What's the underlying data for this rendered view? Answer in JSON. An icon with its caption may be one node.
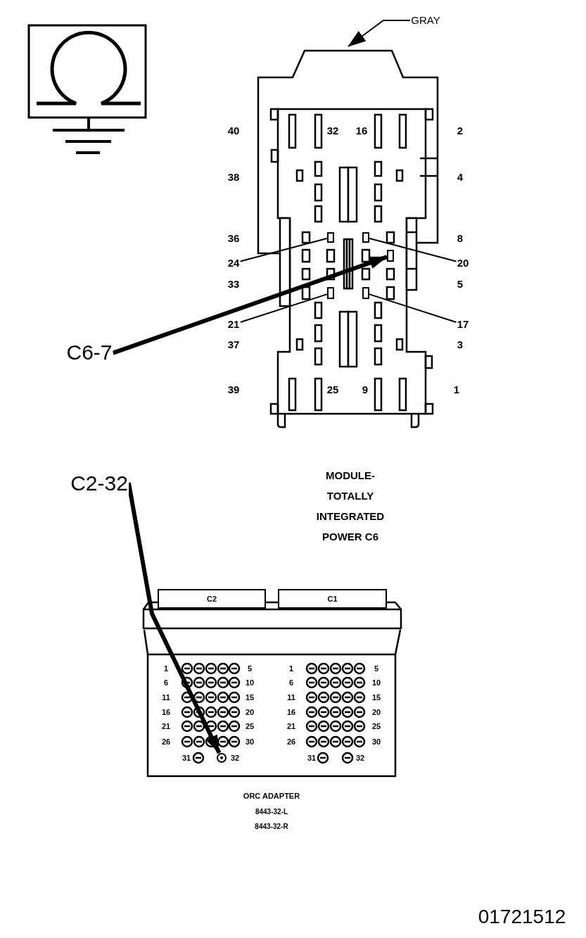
{
  "diagram": {
    "nodes": [
      {
        "text": [
          "GRAY"
        ]
      },
      {
        "text": [],
        "shape": "picture"
      },
      {
        "text": [],
        "shape": "box",
        "in": 1
      },
      {
        "text": [],
        "shape": "box",
        "in": 1
      },
      {
        "text": [],
        "shape": "box",
        "in": 1
      },
      {
        "text": [],
        "shape": "box",
        "in": 1
      },
      {
        "text": [],
        "shape": "box",
        "in": 1
      },
      {
        "text": [
          "24"
        ]
      },
      {
        "text": [
          "20"
        ]
      },
      {
        "text": [
          "C6-7"
        ]
      },
      {
        "text": [
          "21"
        ]
      },
      {
        "text": [
          "17"
        ]
      },
      {
        "text": [
          "C2-32"
        ]
      },
      {
        "text": [],
        "shape": "picture"
      },
      {
        "text": [
          "C2"
        ]
      },
      {
        "text": [
          "C1"
        ]
      },
      {
        "text": [],
        "shape": "circle",
        "in": 13
      }
    ],
    "edges": [
      {
        "from": 0,
        "to": 1,
        "arrow": "to"
      },
      {
        "from": 7,
        "to": 2,
        "arrow": "none"
      },
      {
        "from": 8,
        "to": 3,
        "arrow": "none"
      },
      {
        "from": 9,
        "to": 4,
        "arrow": "to",
        "style": "thick"
      },
      {
        "from": 10,
        "to": 5,
        "arrow": "none"
      },
      {
        "from": 11,
        "to": 6,
        "arrow": "none"
      },
      {
        "from": 12,
        "to": 16,
        "arrow": "to",
        "style": "thick"
      }
    ],
    "labels": [
      "40",
      "32",
      "16",
      "2",
      "38",
      "4",
      "36",
      "8",
      "33",
      "5",
      "37",
      "3",
      "39",
      "25",
      "9",
      "1",
      "MODULE- TOTALLY INTEGRATED POWER C6",
      "1",
      "5",
      "6",
      "10",
      "11",
      "15",
      "16",
      "20",
      "21",
      "25",
      "26",
      "30",
      "31",
      "32",
      "1",
      "5",
      "6",
      "10",
      "11",
      "15",
      "16",
      "20",
      "21",
      "25",
      "26",
      "30",
      "31",
      "32",
      "ORC ADAPTER",
      "8443-32-L",
      "8443-32-R",
      "01721512"
    ]
  }
}
